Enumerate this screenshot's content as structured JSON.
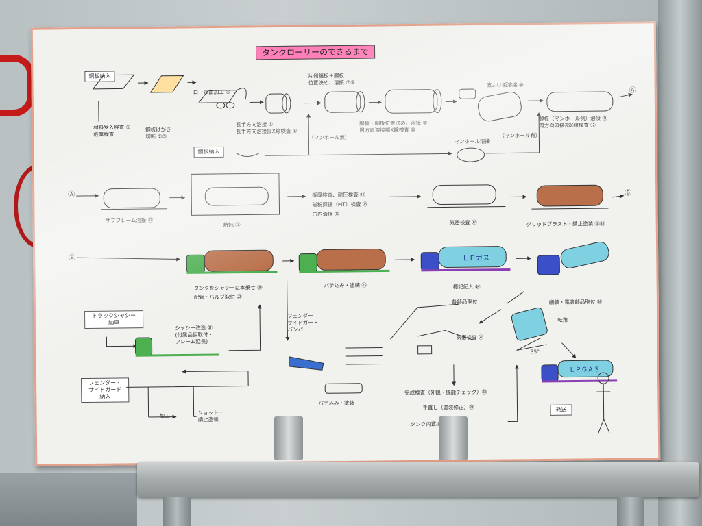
{
  "title": "タンクローリーのできるまで",
  "inputs": {
    "steel_plate": "鋼板納入",
    "mirror_plate": "鏡板納入",
    "truck_chassis": "トラックシャシー\n納車",
    "fender_guard": "フェンダー・\nサイドガード\n納入"
  },
  "row1": {
    "material_inspect": "材料受入検査 ①\n板厚検査",
    "marking_cut": "鋼板けがき\n切断 ②③",
    "roll": "ロール曲加工 ④",
    "long_weld": "長手方向溶接 ⑤\n長手方向溶接部X線検査 ⑥",
    "mirror_weld": "片側鏡板＋胴板\n位置決め、溶接 ⑦⑧",
    "circ_weld": "胴板＋胴板位置決め、溶接 ⑨\n周方向溶接部X線検査 ⑩",
    "baffle": "波よけ板溶接 ⑩",
    "manhole_weld": "鏡板（マンホール側）溶接 ⑪\n周方向溶接部X線検査 ⑫",
    "manhole_none": "（マンホール無）",
    "manhole_yes": "（マンホール有）",
    "manhole_welding": "マンホール溶接",
    "A": "Ⓐ"
  },
  "row2": {
    "A": "Ⓐ",
    "subframe": "サブフレーム溶接 ⑫",
    "annealing": "焼鈍 ⑬",
    "tests": "板厚検査、耐圧検査 ⑭\n磁粉探傷（MT）検査 ⑮\n缶内清掃 ⑯",
    "airtight": "気密検査 ⑰",
    "blast": "グリッドブラスト・錆止塗装 ⑱⑲",
    "B": "Ⓑ"
  },
  "row3": {
    "B": "Ⓑ",
    "mount": "タンクをシャシーに本乗せ ⑳\n配管・バルブ取付 ㉒",
    "putty": "パテ込み・塗装 ㉓",
    "marking": "標記記入 ㉔",
    "parts_install": "各部品取付",
    "equip": "艤装・電装部品取付 ㉖",
    "lp_label": "ＬＰガス"
  },
  "row4": {
    "chassis_mod": "シャシー改造 ㉑\n(付属品仮取付・\nフレーム延長)",
    "fender_list": "フェンダー\nサイドガード\nバンパー",
    "processing": "加工",
    "shot": "ショット・\n錆止塗装",
    "putty2": "パテ込み・塗装",
    "airtight2": "気密検査 ㉗",
    "tilt": "転角",
    "angle": "35°",
    "final_insp": "完成検査（外観・機能チェック）㉘",
    "touchup": "手直し（塗装修正）㉙",
    "internal": "タンク内置換封入 ㉚",
    "ship": "発送",
    "lpgas_label": "ＬＰＧＡＳ"
  },
  "colors": {
    "title_bg": "#ff7fb8",
    "tank_brown": "#b9704a",
    "cab_green": "#4caf50",
    "tank_lp": "#7fd0e0",
    "cab_blue": "#3a4fc8",
    "cab_purple": "#8a3fb5"
  }
}
